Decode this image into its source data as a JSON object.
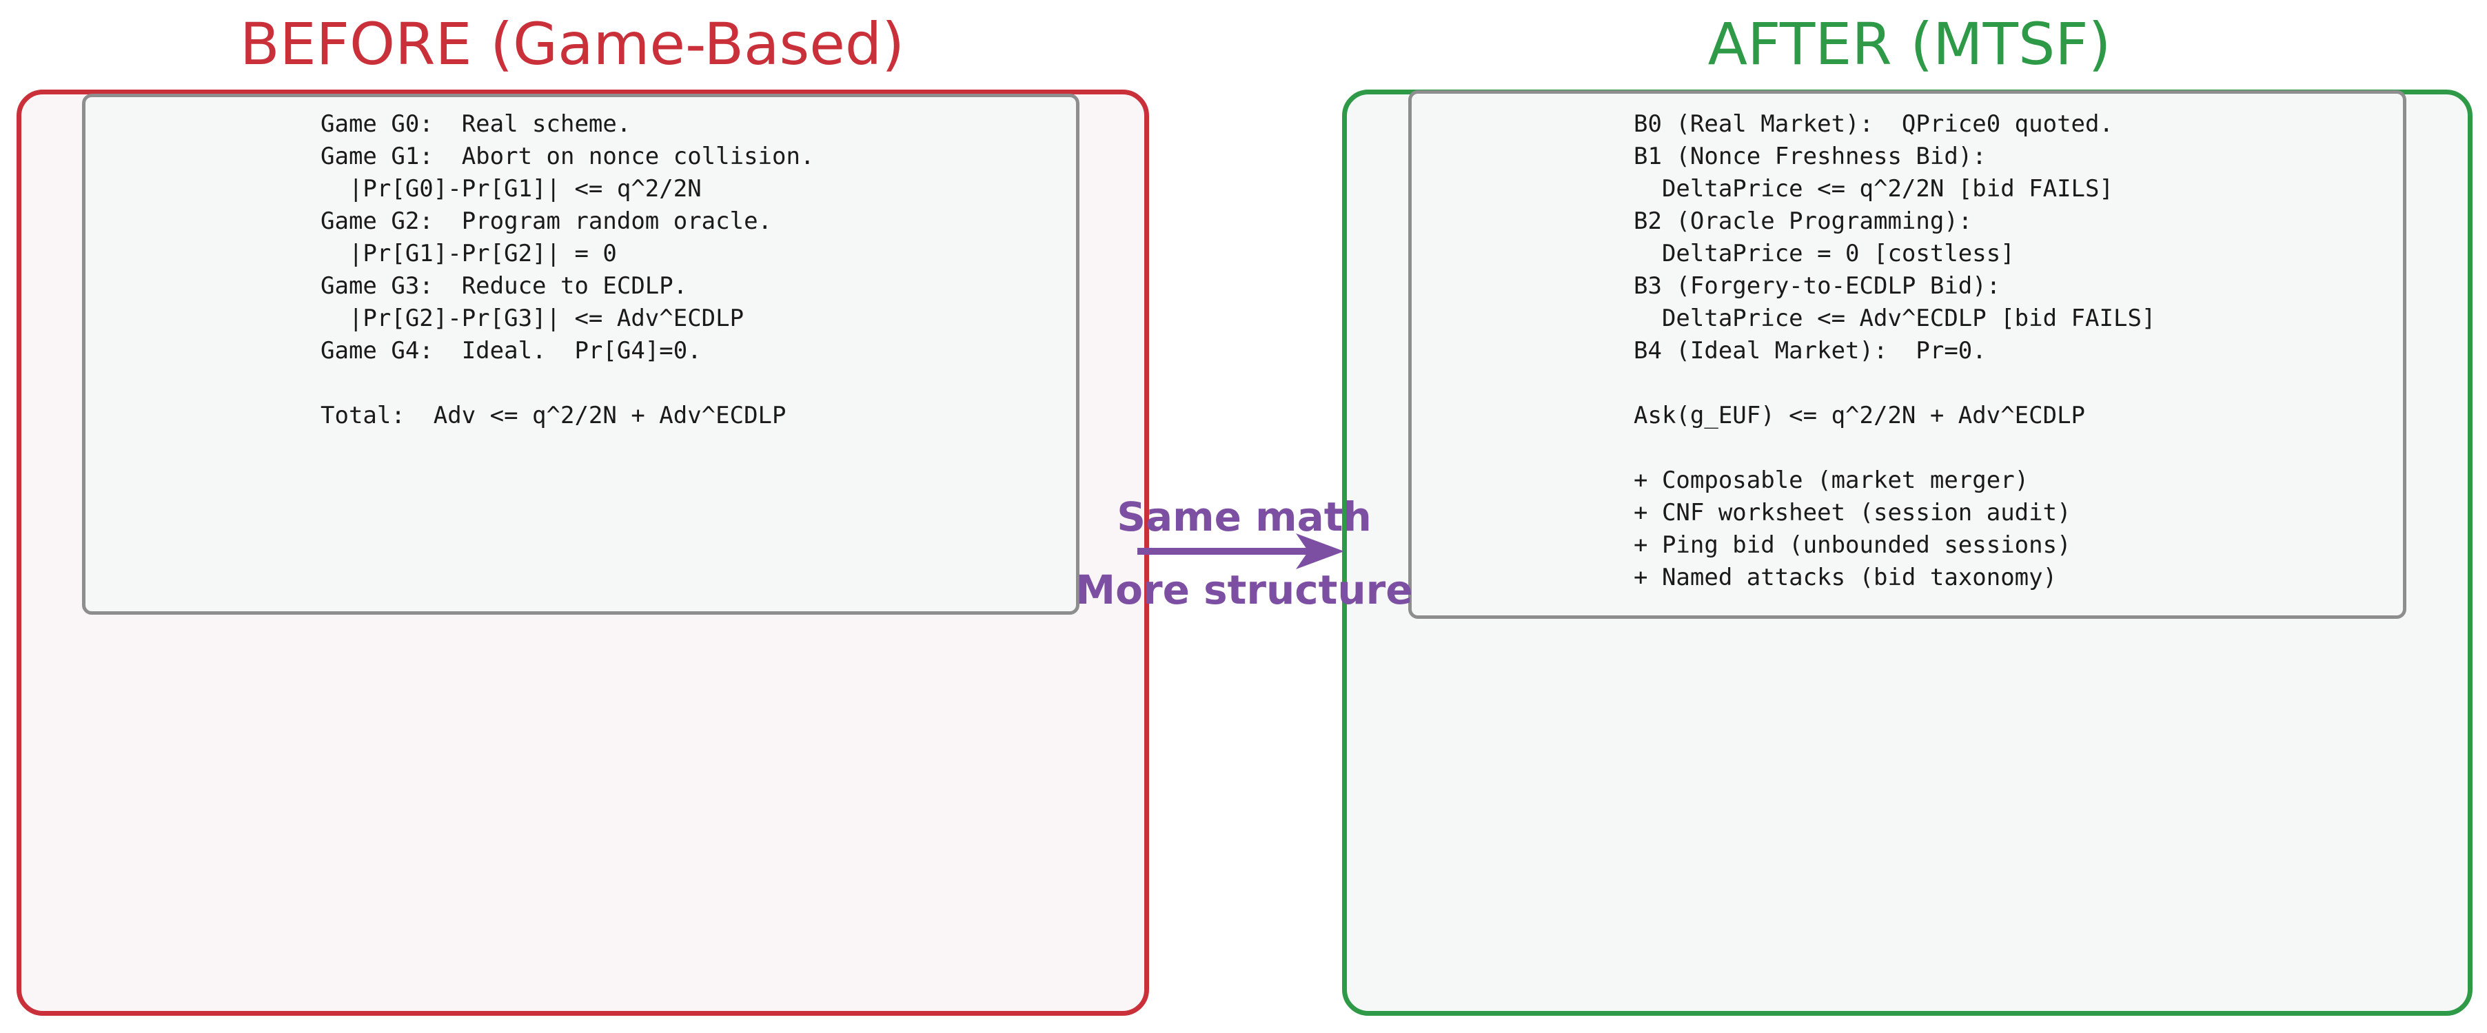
{
  "before": {
    "title": "BEFORE (Game-Based)",
    "color": "#c9303a",
    "lines": [
      "Game G0:  Real scheme.",
      "Game G1:  Abort on nonce collision.",
      "  |Pr[G0]-Pr[G1]| <= q^2/2N",
      "Game G2:  Program random oracle.",
      "  |Pr[G1]-Pr[G2]| = 0",
      "Game G3:  Reduce to ECDLP.",
      "  |Pr[G2]-Pr[G3]| <= Adv^ECDLP",
      "Game G4:  Ideal.  Pr[G4]=0.",
      "",
      "Total:  Adv <= q^2/2N + Adv^ECDLP"
    ]
  },
  "after": {
    "title": "AFTER (MTSF)",
    "color": "#2e9a47",
    "lines": [
      "B0 (Real Market):  QPrice0 quoted.",
      "B1 (Nonce Freshness Bid):",
      "  DeltaPrice <= q^2/2N [bid FAILS]",
      "B2 (Oracle Programming):",
      "  DeltaPrice = 0 [costless]",
      "B3 (Forgery-to-ECDLP Bid):",
      "  DeltaPrice <= Adv^ECDLP [bid FAILS]",
      "B4 (Ideal Market):  Pr=0.",
      "",
      "Ask(g_EUF) <= q^2/2N + Adv^ECDLP",
      "",
      "+ Composable (market merger)",
      "+ CNF worksheet (session audit)",
      "+ Ping bid (unbounded sessions)",
      "+ Named attacks (bid taxonomy)"
    ]
  },
  "arrow": {
    "label_top": "Same math",
    "label_bottom": "More structure",
    "color": "#7d4fa3"
  }
}
